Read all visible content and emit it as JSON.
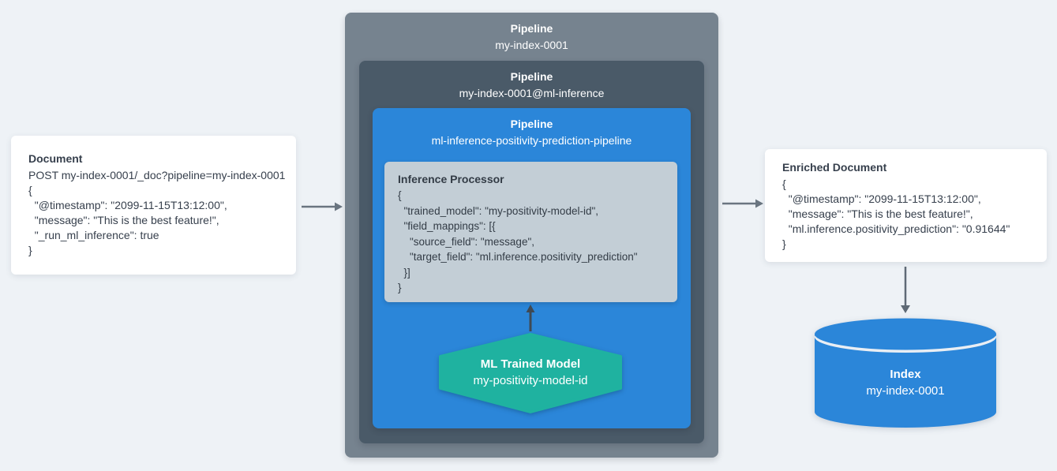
{
  "colors": {
    "background": "#eef2f6",
    "outer_pipeline_box": "#76838f",
    "mid_pipeline_box": "#4a5a68",
    "inner_pipeline_box": "#2b86d9",
    "processor_box": "#c3ced6",
    "model_hexagon": "#1fb2a0",
    "index_cylinder": "#2b86d9",
    "arrow_gray": "#6a7580",
    "arrow_dark": "#3f4953",
    "text_dark": "#37404d"
  },
  "document_card": {
    "title": "Document",
    "lines": [
      "POST my-index-0001/_doc?pipeline=my-index-0001",
      "{",
      "  \"@timestamp\": \"2099-11-15T13:12:00\",",
      "  \"message\": \"This is the best feature!\",",
      "  \"_run_ml_inference\": true",
      "}"
    ]
  },
  "pipeline_outer": {
    "label": "Pipeline",
    "name": "my-index-0001"
  },
  "pipeline_mid": {
    "label": "Pipeline",
    "name": "my-index-0001@ml-inference"
  },
  "pipeline_inner": {
    "label": "Pipeline",
    "name": "ml-inference-positivity-prediction-pipeline"
  },
  "inference_processor": {
    "title": "Inference Processor",
    "lines": [
      "{",
      "  \"trained_model\": \"my-positivity-model-id\",",
      "  \"field_mappings\": [{",
      "    \"source_field\": \"message\",",
      "    \"target_field\": \"ml.inference.positivity_prediction\"",
      "  }]",
      "}"
    ]
  },
  "ml_model": {
    "title": "ML Trained Model",
    "name": "my-positivity-model-id"
  },
  "enriched_card": {
    "title": "Enriched Document",
    "lines": [
      "{",
      "  \"@timestamp\": \"2099-11-15T13:12:00\",",
      "  \"message\": \"This is the best feature!\",",
      "  \"ml.inference.positivity_prediction\": \"0.91644\"",
      "}"
    ]
  },
  "index": {
    "title": "Index",
    "name": "my-index-0001"
  }
}
